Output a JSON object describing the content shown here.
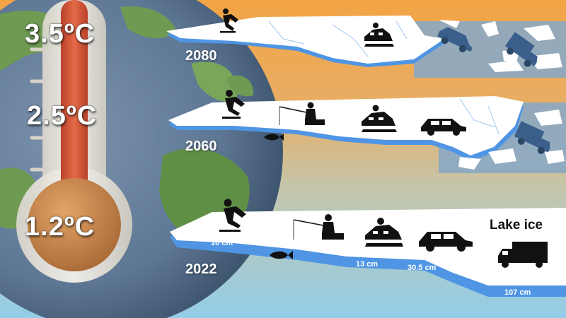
{
  "colors": {
    "sky_top": "#f2a94a",
    "sky_mid": "#d9b27a",
    "sky_bottom": "#9ecfe6",
    "ice": "#ffffff",
    "ice_edge": "#4f95e4",
    "water": "#8aa9c4",
    "thermometer_fill": "#d9573a",
    "bulb": "#c98a4c",
    "icon": "#111111"
  },
  "temperatures": [
    {
      "label": "3.5ºC"
    },
    {
      "label": "2.5ºC"
    },
    {
      "label": "1.2ºC"
    }
  ],
  "scenarios": [
    {
      "year": "2080",
      "icons": [
        "skater-icon",
        "snowmobile-icon",
        "sinking-car-icon",
        "sinking-truck-icon"
      ]
    },
    {
      "year": "2060",
      "icons": [
        "skater-icon",
        "ice-fisher-icon",
        "fish-icon",
        "snowmobile-icon",
        "car-icon",
        "sinking-truck-icon"
      ]
    },
    {
      "year": "2022",
      "icons": [
        "skater-icon",
        "ice-fisher-icon",
        "fish-icon",
        "snowmobile-icon",
        "car-icon",
        "truck-icon"
      ]
    }
  ],
  "thickness_labels": {
    "skater": "10 cm",
    "snowmobile": "13 cm",
    "car": "30.5 cm",
    "truck": "107 cm"
  },
  "legend": {
    "title": "Lake ice"
  }
}
